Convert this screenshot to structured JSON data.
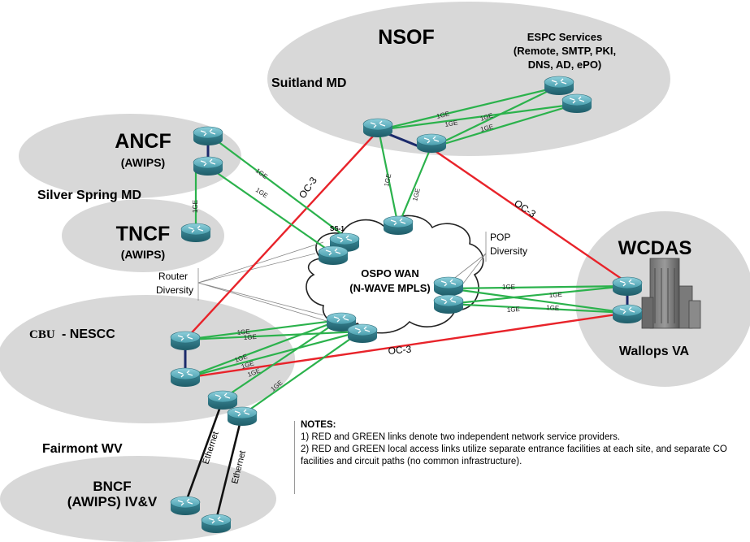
{
  "sites": {
    "nsof": {
      "name": "NSOF",
      "location": "Suitland MD",
      "services": [
        "ESPC Services",
        "(Remote, SMTP, PKI,",
        "DNS, AD, ePO)"
      ]
    },
    "ancf": {
      "name": "ANCF",
      "sub": "(AWIPS)"
    },
    "silver_spring": {
      "location": "Silver Spring MD"
    },
    "tncf": {
      "name": "TNCF",
      "sub": "(AWIPS)"
    },
    "wcdas": {
      "name": "WCDAS",
      "location": "Wallops VA"
    },
    "cbu": {
      "prefix": "CBU",
      "name": " - NESCC"
    },
    "fairmont": {
      "location": "Fairmont WV"
    },
    "bncf": {
      "name": "BNCF",
      "sub": "(AWIPS) IV&V"
    }
  },
  "wan": {
    "line1": "OSPO WAN",
    "line2": "(N-WAVE MPLS)",
    "router_label": "SS-1"
  },
  "annotations": {
    "router_diversity": [
      "Router",
      "Diversity"
    ],
    "pop_diversity": [
      "POP",
      "Diversity"
    ]
  },
  "links": {
    "oc3": "OC-3",
    "ge": "1GE",
    "ethernet": "Ethernet"
  },
  "colors": {
    "red_link": "#e8232a",
    "green_link": "#2bb24c",
    "site_bubble": "#d8d8d8",
    "router_body": "#3f8e9c"
  },
  "notes": {
    "title": "NOTES:",
    "items": [
      "1) RED and GREEN links denote two independent network service providers.",
      "2) RED and GREEN local access links utilize separate entrance facilities at each site, and separate CO facilities and circuit paths (no common infrastructure)."
    ]
  }
}
